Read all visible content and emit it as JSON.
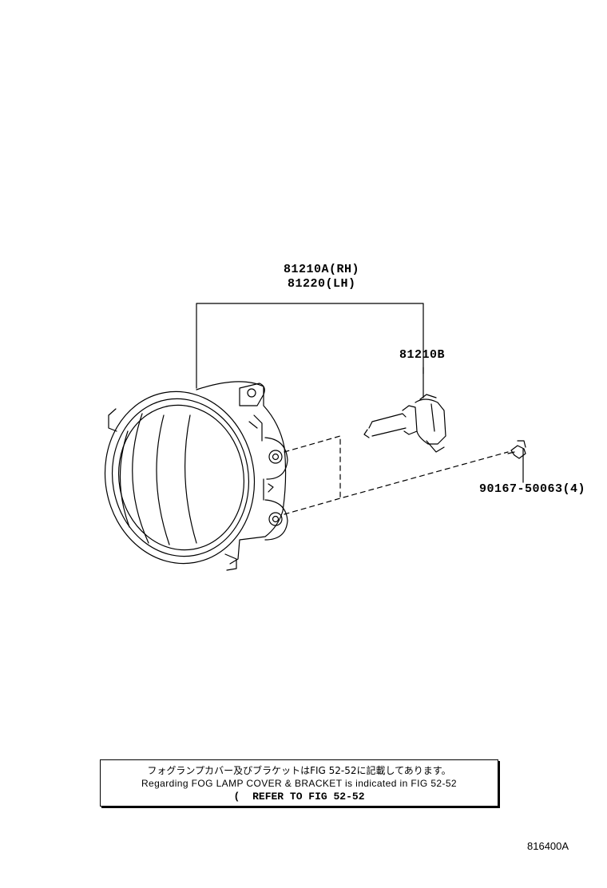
{
  "labels": {
    "lamp_rh": "81210A(RH)",
    "lamp_lh": "81220(LH)",
    "bulb": "81210B",
    "screw": "90167-50063(4)"
  },
  "note": {
    "jp": "フォグランプカバー及びブラケットはFIG 52-52に記載してあります。",
    "en": "Regarding FOG LAMP COVER & BRACKET is indicated in FIG 52-52",
    "refer_prefix": "(",
    "refer": "REFER TO FIG 52-52"
  },
  "catalog_id": "816400A"
}
